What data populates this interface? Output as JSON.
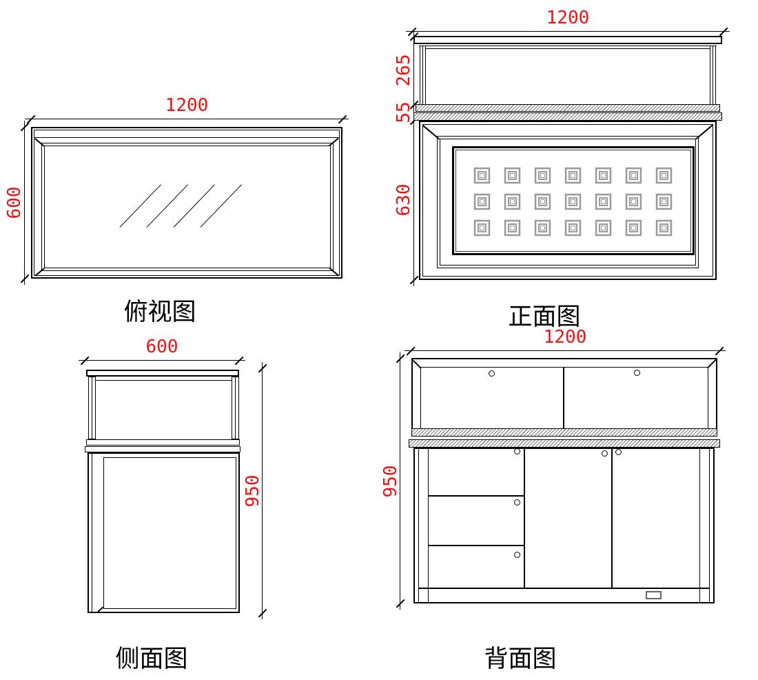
{
  "colors": {
    "dimension_text": "#f01212",
    "line": "#000000",
    "hatch_stroke": "#7d7d7d",
    "ornament_stroke": "#9a9a9a"
  },
  "top_view": {
    "label": "俯视图",
    "dim_width": "1200",
    "dim_depth": "600",
    "reflection_line_count": 4
  },
  "front_view": {
    "label": "正面图",
    "dim_width": "1200",
    "dim_glass_height": "265",
    "dim_counter_thickness": "55",
    "dim_body_height": "630",
    "ornament_grid": {
      "rows": 3,
      "cols": 7
    }
  },
  "side_view": {
    "label": "侧面图",
    "dim_depth": "600",
    "dim_height": "950"
  },
  "back_view": {
    "label": "背面图",
    "dim_width": "1200",
    "dim_height": "950",
    "display_door_count": 2,
    "drawer_count": 3,
    "door_count": 2
  }
}
